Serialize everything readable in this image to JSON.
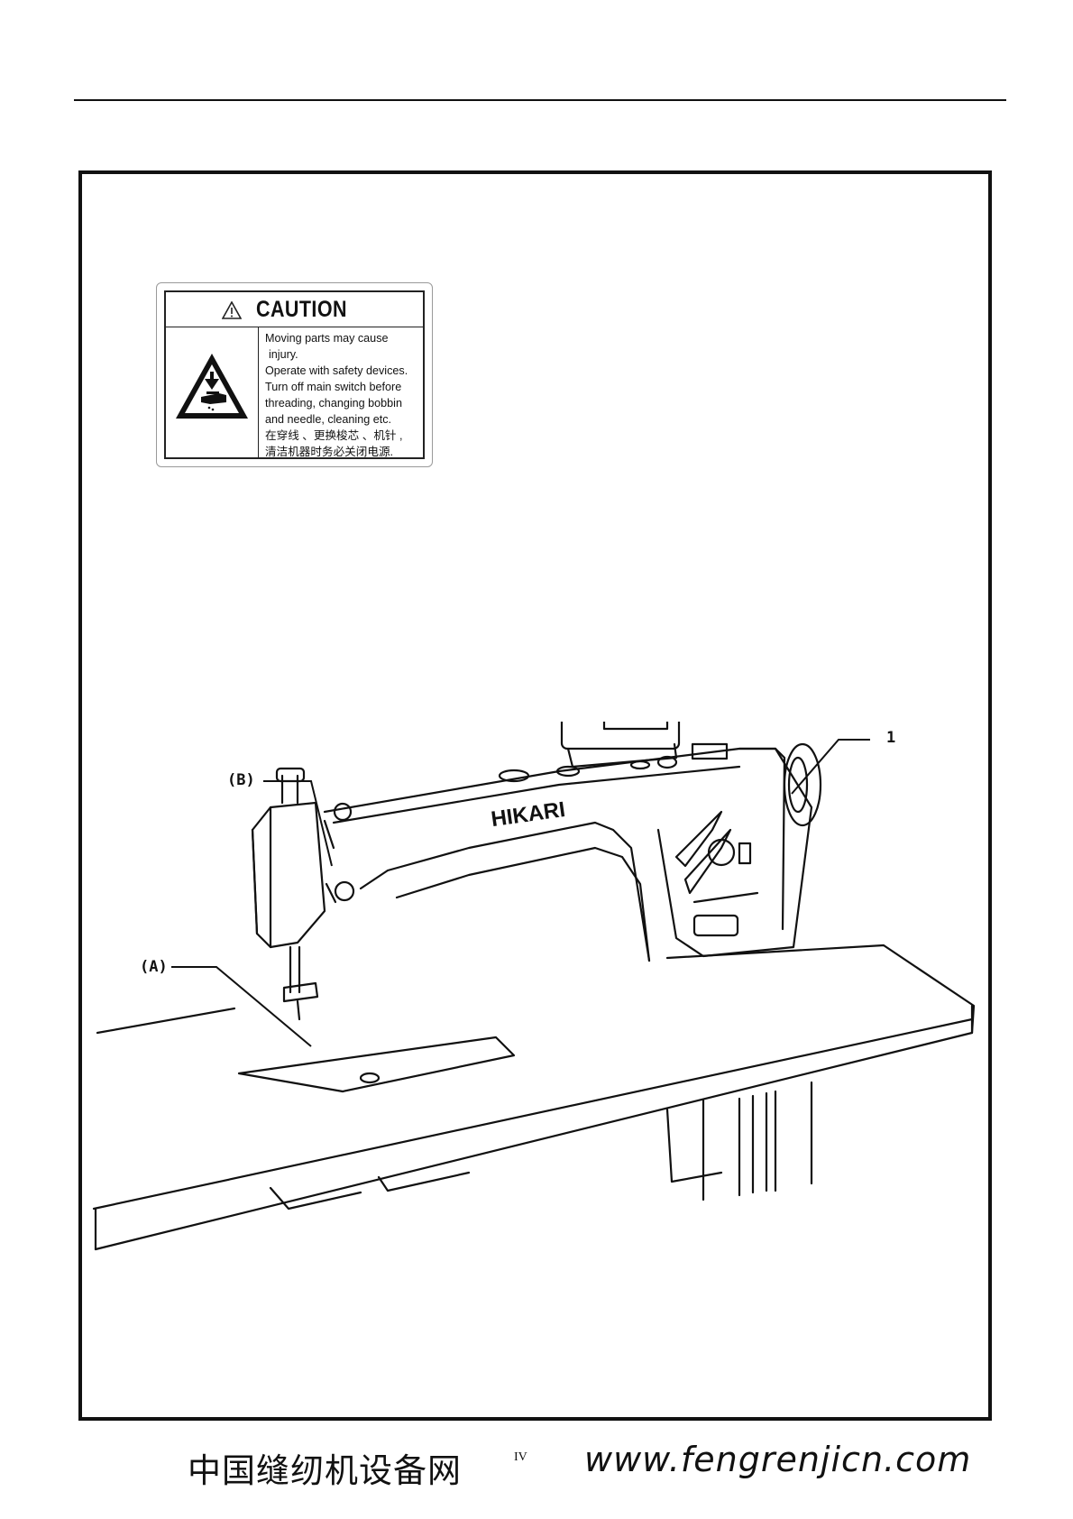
{
  "caution_label": {
    "title": "CAUTION",
    "lines": [
      "Moving parts may cause",
      "injury.",
      "Operate  with  safety devices.",
      "Turn off  main switch  before",
      "threading,  changing bobbin",
      "and needle,  cleaning etc.",
      "在穿线 、更换梭芯 、机针 ,",
      "清洁机器时务必关闭电源."
    ]
  },
  "figure": {
    "brand": "HIKARI",
    "callouts": {
      "part_1": "1",
      "part_b": "(B)",
      "part_a": "(A)"
    }
  },
  "footer": {
    "site_name": "中国缝纫机设备网",
    "page_number": "IV",
    "url": "www.fengrenjicn.com"
  }
}
